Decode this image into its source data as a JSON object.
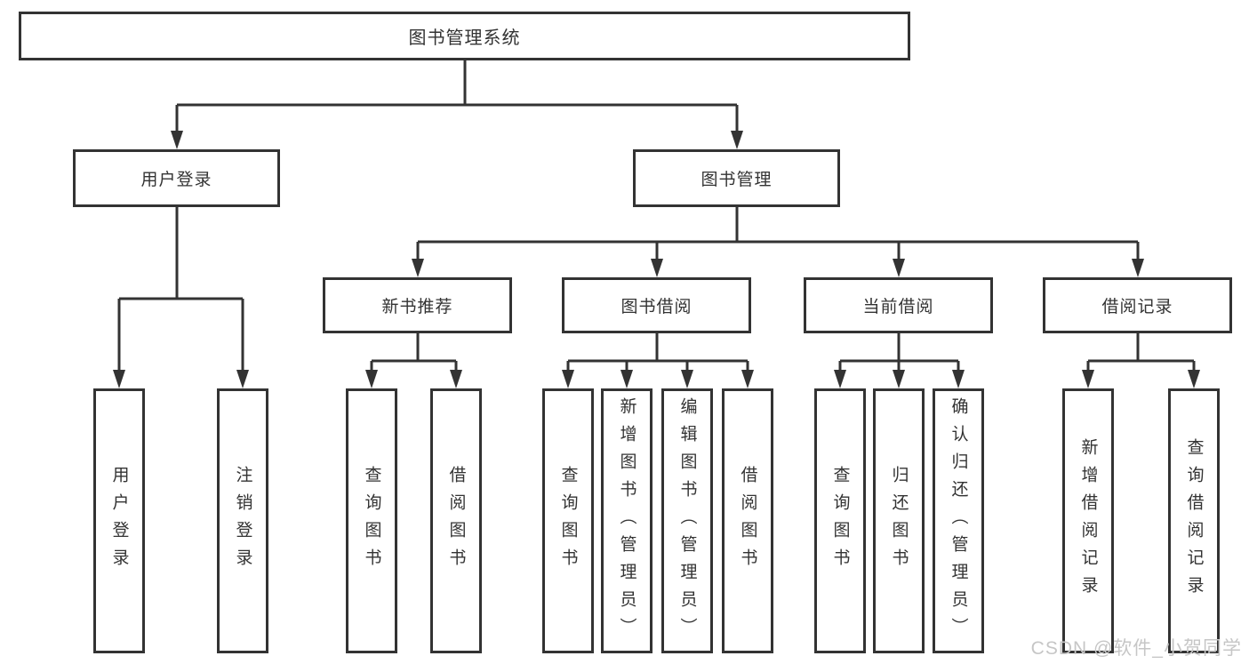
{
  "diagram": {
    "background_color": "#ffffff",
    "line_color": "#333333",
    "text_color": "#333333",
    "watermark_color": "#c6c6c6"
  },
  "tree": {
    "root": "图书管理系统",
    "level2": [
      {
        "label": "用户登录"
      },
      {
        "label": "图书管理"
      }
    ],
    "level3": [
      {
        "label": "新书推荐"
      },
      {
        "label": "图书借阅"
      },
      {
        "label": "当前借阅"
      },
      {
        "label": "借阅记录"
      }
    ],
    "leaves": [
      {
        "label": "用户登录"
      },
      {
        "label": "注销登录"
      },
      {
        "label": "查询图书"
      },
      {
        "label": "借阅图书"
      },
      {
        "label": "查询图书"
      },
      {
        "label": "新增图书（管理员）"
      },
      {
        "label": "编辑图书（管理员）"
      },
      {
        "label": "借阅图书"
      },
      {
        "label": "查询图书"
      },
      {
        "label": "归还图书"
      },
      {
        "label": "确认归还（管理员）"
      },
      {
        "label": "新增借阅记录"
      },
      {
        "label": "查询借阅记录"
      }
    ]
  },
  "watermark": "CSDN @软件_小贺同学"
}
